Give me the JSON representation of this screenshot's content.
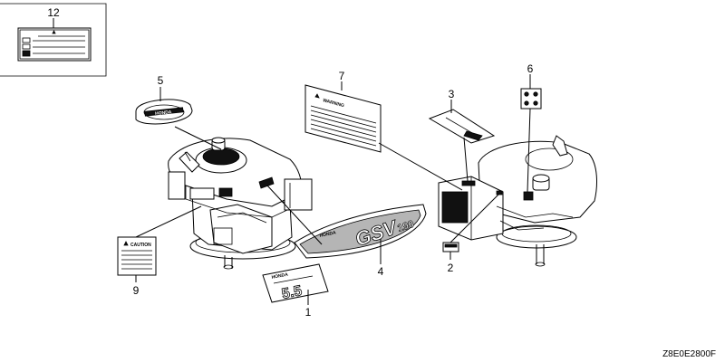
{
  "diagram": {
    "reference_code": "Z8E0E2800F",
    "callouts": [
      {
        "id": "c1",
        "number": "1"
      },
      {
        "id": "c2",
        "number": "2"
      },
      {
        "id": "c3",
        "number": "3"
      },
      {
        "id": "c4",
        "number": "4"
      },
      {
        "id": "c5",
        "number": "5"
      },
      {
        "id": "c6",
        "number": "6"
      },
      {
        "id": "c7",
        "number": "7"
      },
      {
        "id": "c9",
        "number": "9"
      },
      {
        "id": "c12",
        "number": "12"
      }
    ],
    "label_texts": {
      "warning": "WARNING",
      "caution": "CAUTION",
      "brand": "HONDA",
      "model": "GSV",
      "model_size": "190",
      "spec_value": "5.5"
    }
  }
}
